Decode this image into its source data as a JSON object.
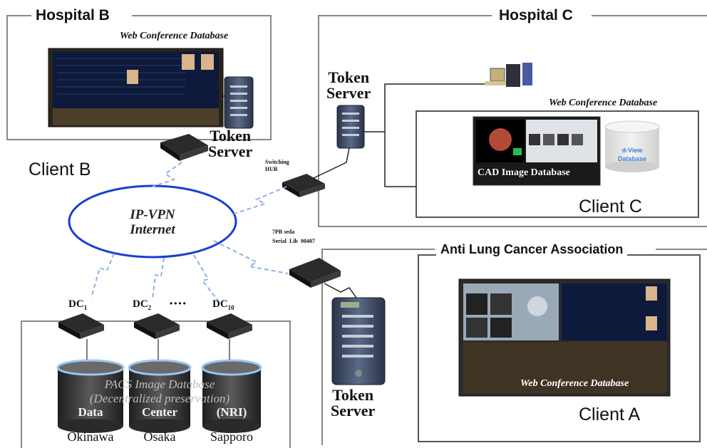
{
  "hospital_b": {
    "title": "Hospital  B",
    "db_label": "Web Conference Database",
    "token": "Token\nServer",
    "client": "Client B"
  },
  "hospital_c": {
    "title": "Hospital C",
    "token": "Token\nServer",
    "db_label": "Web Conference Database",
    "cad": "CAD Image Database",
    "dview": "d-View\nDatabase",
    "client": "Client C",
    "router_label": "Switching\nHUB"
  },
  "association": {
    "title": "Anti  Lung Cancer  Association",
    "db_label": "Web Conference Database",
    "client": "Client A",
    "token": "Token\nServer",
    "router_label": "7PB seda\nSerial  Lib  00407"
  },
  "network": {
    "ipvpn": "IP-VPN\nInternet"
  },
  "datacenters": {
    "dc_labels": [
      "DC",
      "DC",
      "DC"
    ],
    "dc_subs": [
      "1",
      "2",
      "10"
    ],
    "ellipsis": "••••",
    "pacs_line1": "PACS Image Database",
    "pacs_line2": "(Decentralized preservation)",
    "db_labels": [
      "Data",
      "Center",
      "(NRI)"
    ],
    "locations": [
      "Okinawa",
      "Osaka",
      "Sapporo"
    ]
  },
  "colors": {
    "ellipse_stroke": "#1a3fd1",
    "link": "#8fb0e8",
    "cable": "#222222",
    "box": "#7a7a7a"
  }
}
